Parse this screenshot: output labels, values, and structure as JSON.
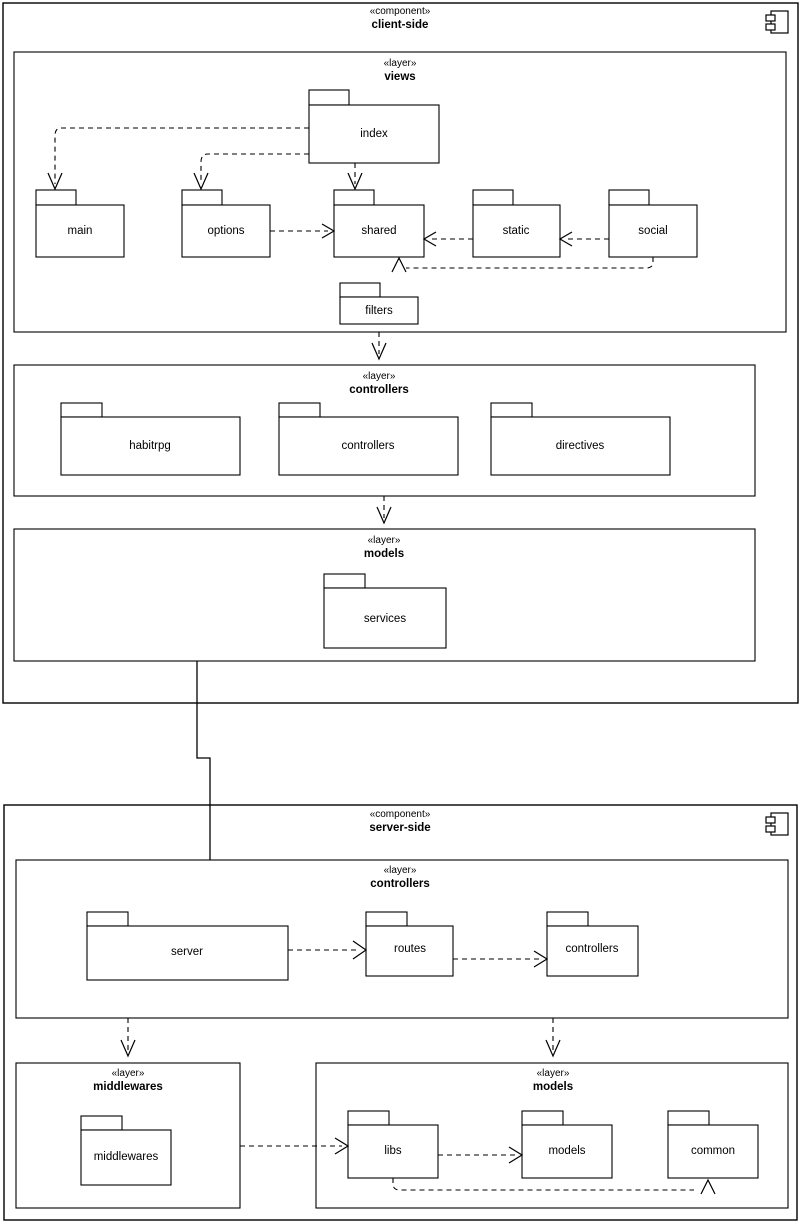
{
  "diagram": {
    "type": "uml-component-diagram",
    "components": [
      {
        "id": "client-side",
        "stereotype": "«component»",
        "name": "client-side",
        "icon": "component-icon",
        "layers": [
          {
            "id": "client-views",
            "stereotype": "«layer»",
            "name": "views",
            "packages": [
              {
                "id": "index",
                "label": "index"
              },
              {
                "id": "main",
                "label": "main"
              },
              {
                "id": "options",
                "label": "options"
              },
              {
                "id": "shared",
                "label": "shared"
              },
              {
                "id": "static",
                "label": "static"
              },
              {
                "id": "social",
                "label": "social"
              },
              {
                "id": "filters",
                "label": "filters"
              }
            ]
          },
          {
            "id": "client-controllers",
            "stereotype": "«layer»",
            "name": "controllers",
            "packages": [
              {
                "id": "habitrpg",
                "label": "habitrpg"
              },
              {
                "id": "controllers",
                "label": "controllers"
              },
              {
                "id": "directives",
                "label": "directives"
              }
            ]
          },
          {
            "id": "client-models",
            "stereotype": "«layer»",
            "name": "models",
            "packages": [
              {
                "id": "services",
                "label": "services"
              }
            ]
          }
        ]
      },
      {
        "id": "server-side",
        "stereotype": "«component»",
        "name": "server-side",
        "icon": "component-icon",
        "layers": [
          {
            "id": "server-controllers",
            "stereotype": "«layer»",
            "name": "controllers",
            "packages": [
              {
                "id": "server",
                "label": "server"
              },
              {
                "id": "routes",
                "label": "routes"
              },
              {
                "id": "srv-controllers",
                "label": "controllers"
              }
            ]
          },
          {
            "id": "server-middlewares",
            "stereotype": "«layer»",
            "name": "middlewares",
            "packages": [
              {
                "id": "middlewares",
                "label": "middlewares"
              }
            ]
          },
          {
            "id": "server-models",
            "stereotype": "«layer»",
            "name": "models",
            "packages": [
              {
                "id": "libs",
                "label": "libs"
              },
              {
                "id": "models",
                "label": "models"
              },
              {
                "id": "common",
                "label": "common"
              }
            ]
          }
        ]
      }
    ],
    "dependencies": [
      {
        "from": "index",
        "to": "main",
        "style": "dashed"
      },
      {
        "from": "index",
        "to": "options",
        "style": "dashed"
      },
      {
        "from": "index",
        "to": "shared",
        "style": "dashed"
      },
      {
        "from": "options",
        "to": "shared",
        "style": "dashed"
      },
      {
        "from": "static",
        "to": "shared",
        "style": "dashed"
      },
      {
        "from": "social",
        "to": "shared",
        "style": "dashed"
      },
      {
        "from": "social",
        "to": "shared",
        "style": "dashed"
      },
      {
        "from": "client-views",
        "to": "client-controllers",
        "style": "dashed"
      },
      {
        "from": "client-controllers",
        "to": "client-models",
        "style": "dashed"
      },
      {
        "from": "client-models",
        "to": "server-controllers",
        "style": "solid"
      },
      {
        "from": "server",
        "to": "routes",
        "style": "dashed"
      },
      {
        "from": "routes",
        "to": "srv-controllers",
        "style": "dashed"
      },
      {
        "from": "server-controllers",
        "to": "server-middlewares",
        "style": "dashed"
      },
      {
        "from": "server-controllers",
        "to": "server-models",
        "style": "dashed"
      },
      {
        "from": "middlewares",
        "to": "libs",
        "style": "dashed"
      },
      {
        "from": "libs",
        "to": "models",
        "style": "dashed"
      },
      {
        "from": "libs",
        "to": "common",
        "style": "dashed"
      }
    ]
  },
  "colors": {
    "stroke": "#000000",
    "fill": "#ffffff"
  }
}
